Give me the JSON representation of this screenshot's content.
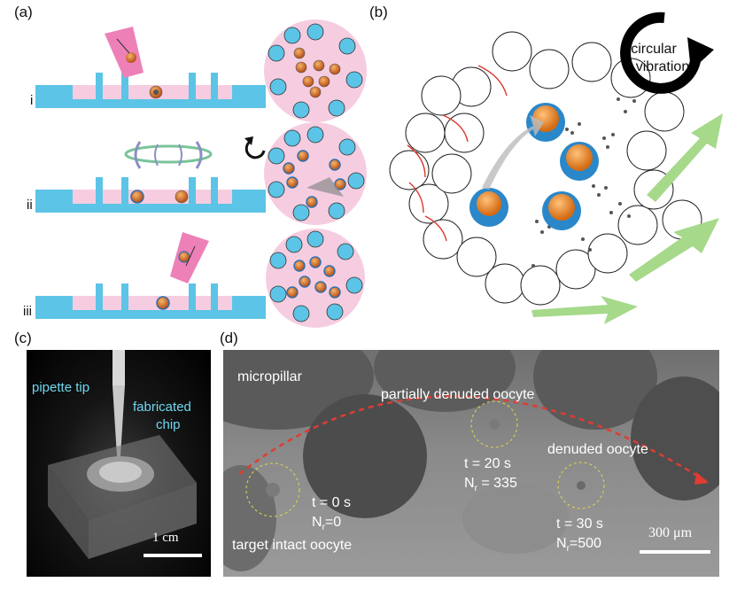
{
  "labels": {
    "a": "(a)",
    "b": "(b)",
    "c": "(c)",
    "d": "(d)"
  },
  "panel_a": {
    "steps": [
      "i",
      "ii",
      "iii"
    ]
  },
  "panel_b": {
    "vibration_line1": "circular",
    "vibration_line2": "vibration"
  },
  "panel_c": {
    "pipette_label": "pipette tip",
    "chip_line1": "fabricated",
    "chip_line2": "chip",
    "scale_label": "1 cm"
  },
  "panel_d": {
    "micropillar": "micropillar",
    "partial_label": "partially denuded oocyte",
    "denuded_label": "denuded oocyte",
    "target_label": "target intact oocyte",
    "t0": "t = 0 s",
    "n0_main": "N",
    "n0_sub": "r",
    "n0_value": "=0",
    "t20": "t = 20 s",
    "n20_main": "N",
    "n20_sub": "r",
    "n20_value": " = 335",
    "t30": "t = 30 s",
    "n30_main": "N",
    "n30_sub": "r",
    "n30_value": "=500",
    "scale_label": "300 μm"
  },
  "colors": {
    "pink": "#f6cde0",
    "blue": "#5cc4e6",
    "oocyte_orange": "#e98a2b",
    "arrow_red": "#e03c31",
    "arrow_green": "#a6d98a",
    "label_cyan": "#6fd7ef",
    "circle_yellow": "#e3d94a"
  }
}
